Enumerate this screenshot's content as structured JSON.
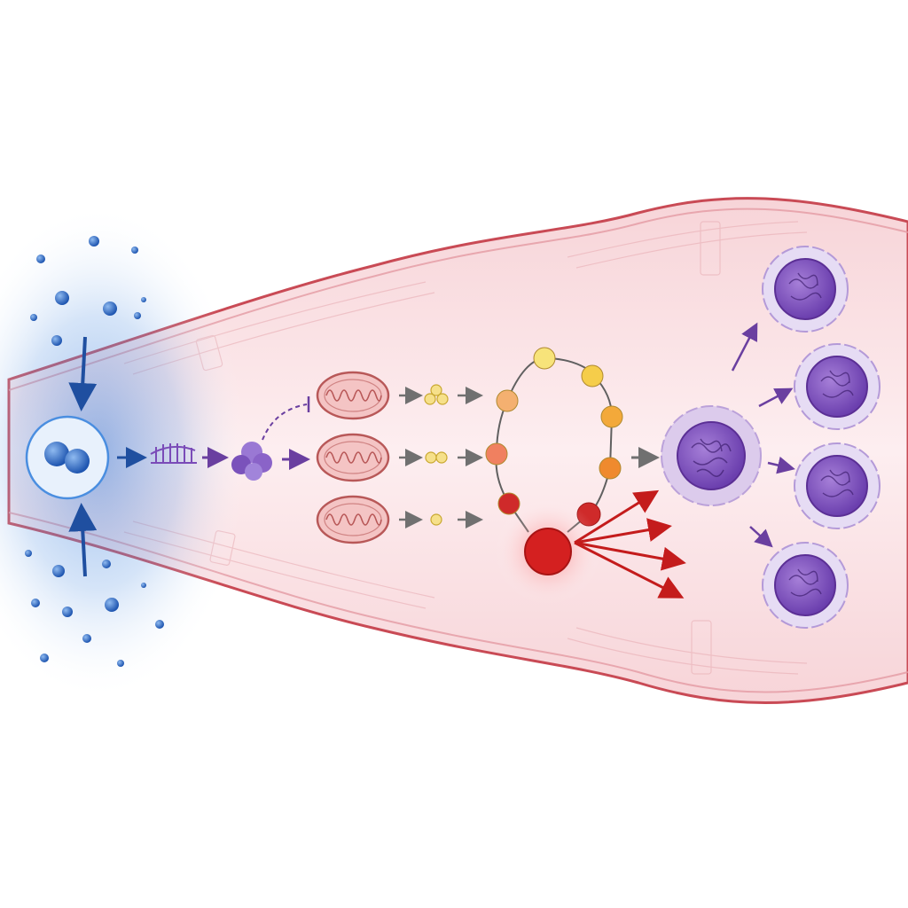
{
  "diagram": {
    "colors": {
      "background": "#ffffff",
      "tissue_fill": "#fbe3e6",
      "tissue_border": "#c94a55",
      "extracellular_glow": "#3f7fd8",
      "extracellular_particle": "#2f6cc8",
      "receptor_cell_fill": "#e8f1fc",
      "receptor_cell_border": "#4a8ee0",
      "signal_arrow_blue": "#1f4fa0",
      "signal_arrow_purple": "#6a3fa0",
      "rna_color": "#7a4bb8",
      "protein_cluster": "#8a63c8",
      "mitochondria_fill": "#f4c4c4",
      "mitochondria_border": "#b85858",
      "metabolite_fill": "#f6e08a",
      "gray_arrow": "#707070",
      "cycle_colors": [
        "#f7e37a",
        "#f5cd4a",
        "#f3a93a",
        "#ef8a2e",
        "#e3502a",
        "#cf2a2a",
        "#f08060",
        "#f4b070"
      ],
      "hub_red": "#d42020",
      "red_arrow": "#c41c1c",
      "parent_cell_fill": "#d9c8ec",
      "daughter_cell_fill": "#e6dcf4",
      "nucleus_fill": "#8a5cc8",
      "nucleus_border": "#5b2f95"
    },
    "elements": {
      "extracellular_field": "extracellular-signal-field",
      "receptor": "receptor-cell-with-ligands",
      "transcript": "rna-transcript-icon",
      "protein": "protein-complex-icon",
      "inhibition": "inhibition-dashed-arrow",
      "mitochondria": [
        "mitochondrion-icon",
        "mitochondrion-icon",
        "mitochondrion-icon"
      ],
      "metabolite_counts": [
        3,
        2,
        1
      ],
      "cycle_node_count": 8,
      "hub": "metabolic-hub-node",
      "output_arrow_count": 4,
      "parent_cell": "parent-cell",
      "daughter_cell_count": 4
    }
  }
}
